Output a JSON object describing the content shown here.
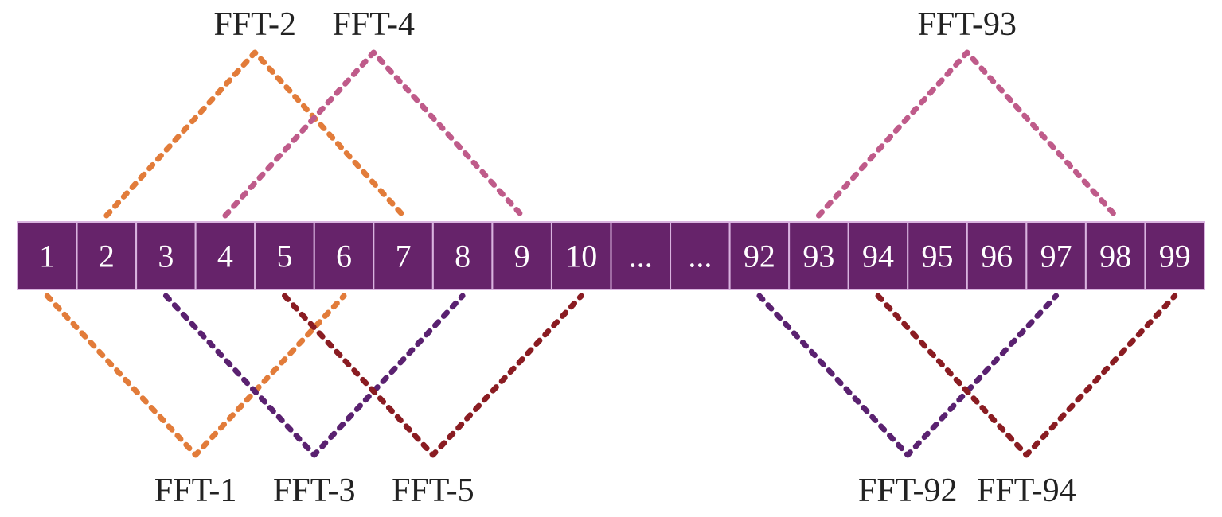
{
  "cells": [
    "1",
    "2",
    "3",
    "4",
    "5",
    "6",
    "7",
    "8",
    "9",
    "10",
    "...",
    "...",
    "92",
    "93",
    "94",
    "95",
    "96",
    "97",
    "98",
    "99"
  ],
  "colors": {
    "cell_fill": "#66236a",
    "cell_border": "#d9b3df",
    "orange": "#e27c3a",
    "pink": "#bf5b8a",
    "purple": "#5a2170",
    "darkred": "#8a1c22"
  },
  "windows": [
    {
      "label": "FFT-1",
      "side": "bottom",
      "from": 0,
      "to": 5,
      "color": "orange"
    },
    {
      "label": "FFT-2",
      "side": "top",
      "from": 1,
      "to": 6,
      "color": "orange"
    },
    {
      "label": "FFT-3",
      "side": "bottom",
      "from": 2,
      "to": 7,
      "color": "purple"
    },
    {
      "label": "FFT-4",
      "side": "top",
      "from": 3,
      "to": 8,
      "color": "pink"
    },
    {
      "label": "FFT-5",
      "side": "bottom",
      "from": 4,
      "to": 9,
      "color": "darkred"
    },
    {
      "label": "FFT-92",
      "side": "bottom",
      "from": 12,
      "to": 17,
      "color": "purple"
    },
    {
      "label": "FFT-93",
      "side": "top",
      "from": 13,
      "to": 18,
      "color": "pink"
    },
    {
      "label": "FFT-94",
      "side": "bottom",
      "from": 14,
      "to": 19,
      "color": "darkred"
    }
  ]
}
